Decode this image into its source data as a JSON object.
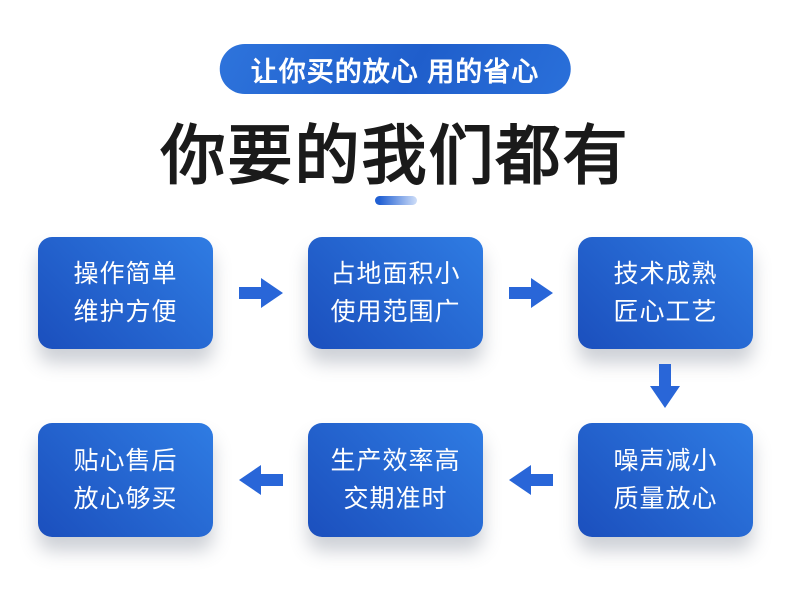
{
  "badge": {
    "label": "让你买的放心 用的省心"
  },
  "heading": {
    "title": "你要的我们都有"
  },
  "colors": {
    "arrow": "#2966d8",
    "box_gradient_start": "#1b4fbd",
    "box_gradient_end": "#2f7ce3",
    "badge_background": "#2468d4",
    "badge_text": "#ffffff",
    "heading_text": "#1a1a1a",
    "box_text": "#ffffff",
    "divider_gradient_start": "#2160d3",
    "divider_gradient_end": "#cfdef8"
  },
  "flow": {
    "row1_arrow_direction": "right",
    "row2_arrow_direction": "left",
    "connector_arrow_direction": "down",
    "row1": [
      {
        "line1": "操作简单",
        "line2": "维护方便"
      },
      {
        "line1": "占地面积小",
        "line2": "使用范围广"
      },
      {
        "line1": "技术成熟",
        "line2": "匠心工艺"
      }
    ],
    "row2": [
      {
        "line1": "贴心售后",
        "line2": "放心够买"
      },
      {
        "line1": "生产效率高",
        "line2": "交期准时"
      },
      {
        "line1": "噪声减小",
        "line2": "质量放心"
      }
    ]
  }
}
